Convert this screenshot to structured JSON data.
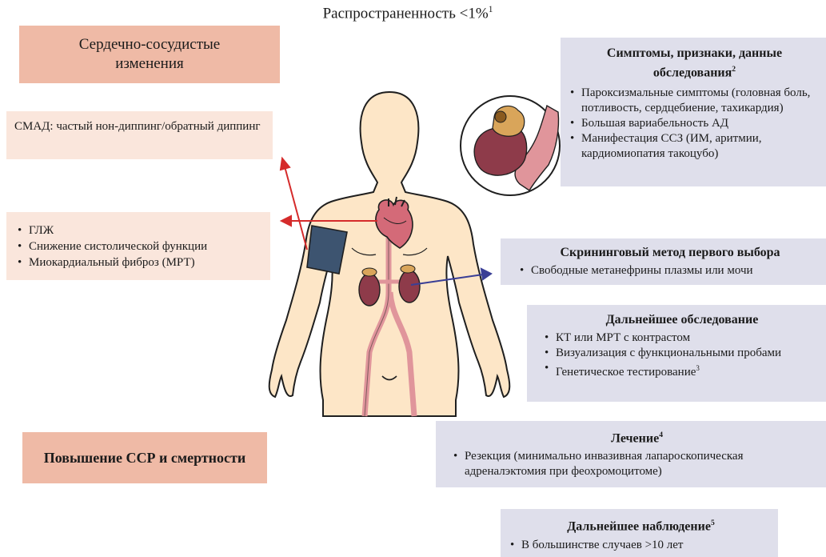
{
  "title": {
    "text": "Распространенность <1%",
    "sup": "1"
  },
  "left": {
    "cv_changes": "Сердечно-сосудистые изменения",
    "abpm": "СМАД: частый нон-диппинг/обратный диппинг",
    "lv_items": [
      "ГЛЖ",
      "Снижение систолической функции",
      "Миокардиальный фиброз (МРТ)"
    ],
    "risk": "Повышение ССР и смертности"
  },
  "right": {
    "symptoms": {
      "heading": "Симптомы, признаки, данные обследования",
      "heading_sup": "2",
      "items": [
        "Пароксизмальные симптомы (головная боль, потливость, сердцебиение, тахикардия)",
        "Большая вариабельность АД",
        "Манифестация ССЗ (ИМ, аритмии, кардиомиопатия такоцубо)"
      ]
    },
    "screening": {
      "heading": "Скрининговый метод первого выбора",
      "items": [
        "Свободные метанефрины плазмы или мочи"
      ]
    },
    "further": {
      "heading": "Дальнейшее обследование",
      "items": [
        "КТ или МРТ с контрастом",
        "Визуализация с функциональными пробами",
        "Генетическое тестирование"
      ],
      "last_sup": "3"
    },
    "treatment": {
      "heading": "Лечение",
      "heading_sup": "4",
      "items": [
        "Резекция (минимально инвазивная лапароскопическая адреналэктомия при феохромоцитоме)"
      ]
    },
    "followup": {
      "heading": "Дальнейшее наблюдение",
      "heading_sup": "5",
      "items": [
        "В большинстве случаев >10 лет"
      ]
    }
  },
  "colors": {
    "box_pink_dark": "#efbaa6",
    "box_pink_light": "#fae6dc",
    "box_lavender": "#dfdfeb",
    "skin": "#fde6c7",
    "arrow_red": "#d52b2b",
    "arrow_blue": "#3a3f96",
    "cuff": "#3d5470",
    "vessel": "#e0959b",
    "organ": "#8e3b4a"
  },
  "icons": [
    "body-silhouette",
    "heart-icon",
    "kidney-left-icon",
    "kidney-right-icon",
    "bp-cuff-icon",
    "tumor-inset-icon"
  ]
}
